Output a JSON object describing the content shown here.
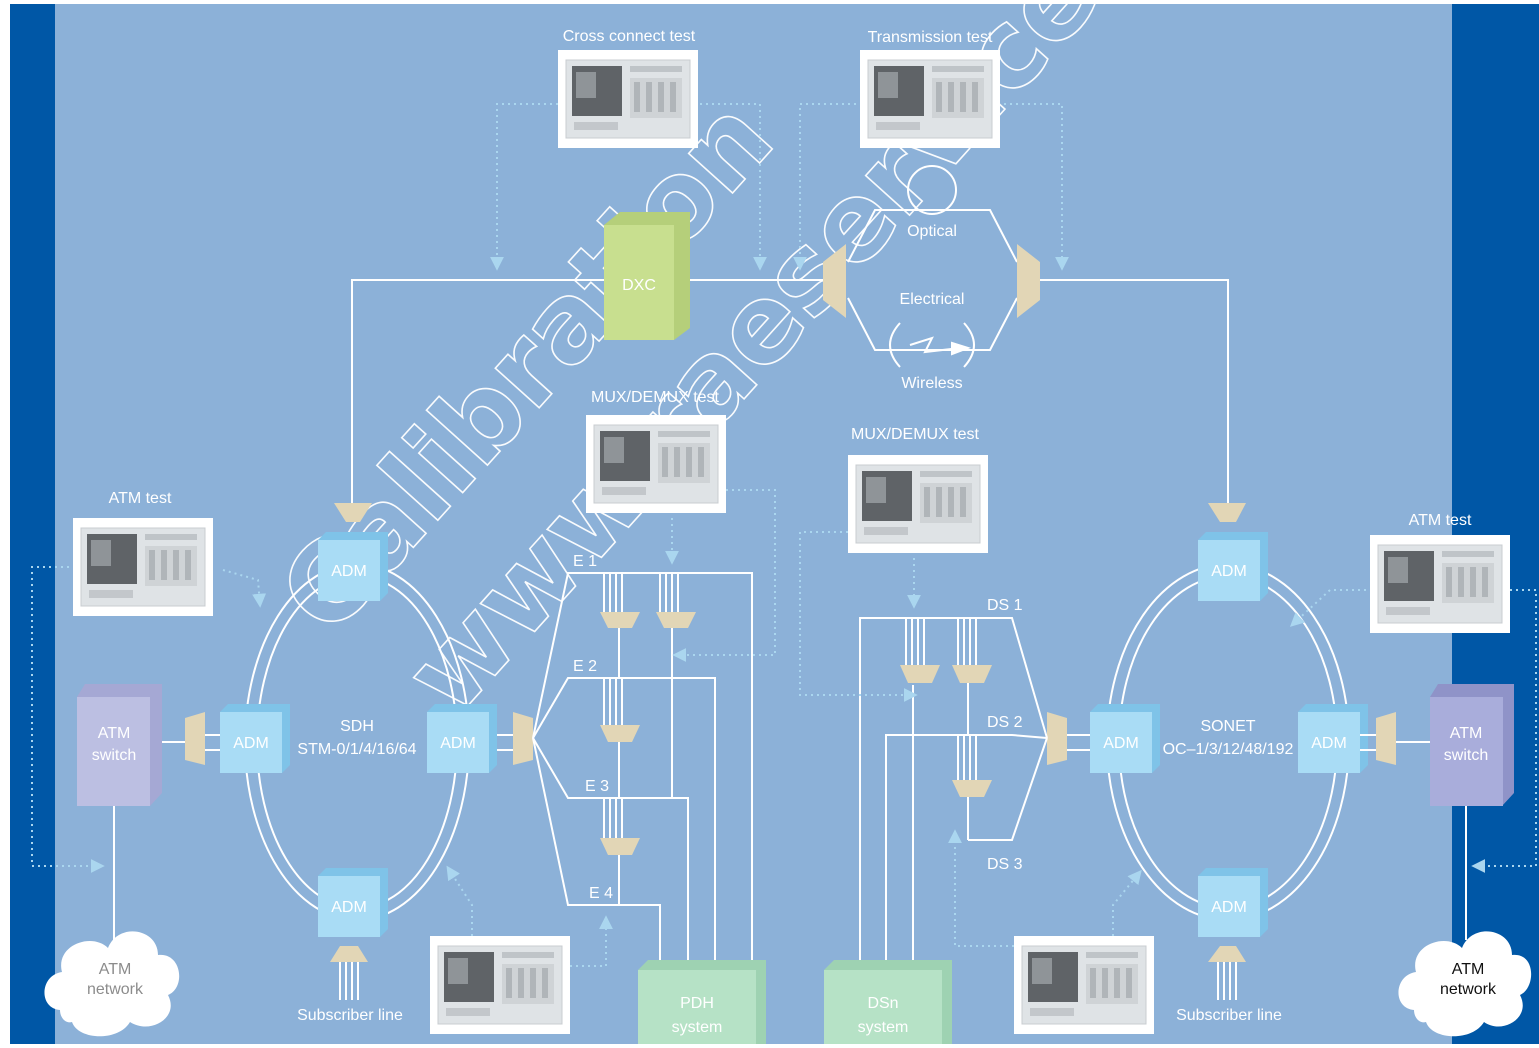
{
  "labels": {
    "cross_connect_test": "Cross connect test",
    "transmission_test": "Transmission test",
    "optical": "Optical",
    "electrical": "Electrical",
    "wireless": "Wireless",
    "dxc": "DXC",
    "mux_demux_test_left": "MUX/DEMUX test",
    "mux_demux_test_right": "MUX/DEMUX test",
    "atm_test_left": "ATM test",
    "atm_test_right": "ATM test",
    "atm_switch_left": [
      "ATM",
      "switch"
    ],
    "atm_switch_right": [
      "ATM",
      "switch"
    ],
    "atm_network_left": [
      "ATM",
      "network"
    ],
    "atm_network_right": [
      "ATM",
      "network"
    ],
    "adm": "ADM",
    "sdh_title": "SDH",
    "sdh_rates": "STM-0/1/4/16/64",
    "sonet_title": "SONET",
    "sonet_rates": "OC–1/3/12/48/192",
    "e1": "E 1",
    "e2": "E 2",
    "e3": "E 3",
    "e4": "E 4",
    "ds1": "DS 1",
    "ds2": "DS 2",
    "ds3": "DS 3",
    "pdh_system": [
      "PDH",
      "system"
    ],
    "dsn_system": [
      "DSn",
      "system"
    ],
    "subscriber_line_left": "Subscriber line",
    "subscriber_line_right": "Subscriber line"
  },
  "watermark": [
    "Calibration",
    "www.raeservice"
  ],
  "colors": {
    "background": "#8cb1d8",
    "border": "#0057a6",
    "adm_fill": "#a9dcf5",
    "dxc_fill": "#c8df8f",
    "system_fill": "#b6e2c6",
    "switch_fill": "#bcbfe2",
    "connector": "#e2d6b6",
    "line": "#ffffff",
    "dotted": "#aad6ef"
  }
}
